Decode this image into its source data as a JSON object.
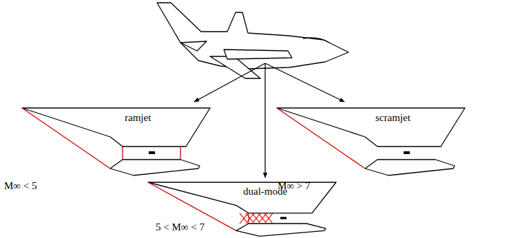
{
  "diagram": {
    "nodes": [
      {
        "text": [
          "ramjet"
        ]
      },
      {
        "text": [
          "scramjet"
        ]
      },
      {
        "text": [
          "dual-mode"
        ]
      }
    ],
    "labels": [
      "M∞ < 5",
      "M∞ > 7",
      "5 < M∞ < 7"
    ]
  }
}
